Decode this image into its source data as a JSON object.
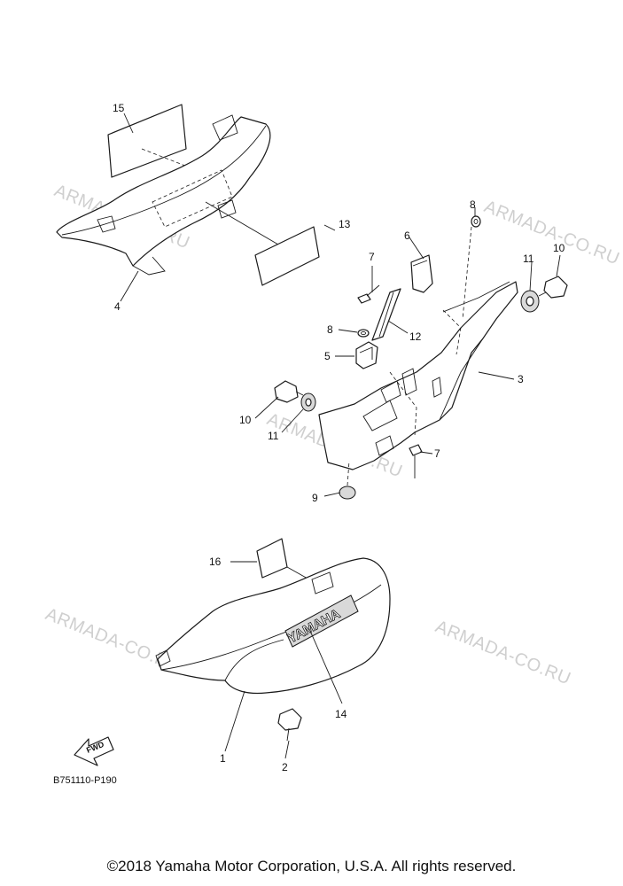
{
  "diagram": {
    "code": "B751110-P190",
    "copyright": "©2018 Yamaha Motor Corporation, U.S.A. All rights reserved.",
    "watermark": "ARMADA-CO.RU",
    "logo_text": "YAMAHA",
    "fwd_label": "FWD",
    "callouts": [
      "1",
      "2",
      "3",
      "4",
      "5",
      "6",
      "7",
      "7",
      "8",
      "8",
      "9",
      "10",
      "10",
      "11",
      "11",
      "12",
      "13",
      "14",
      "15",
      "16"
    ]
  }
}
